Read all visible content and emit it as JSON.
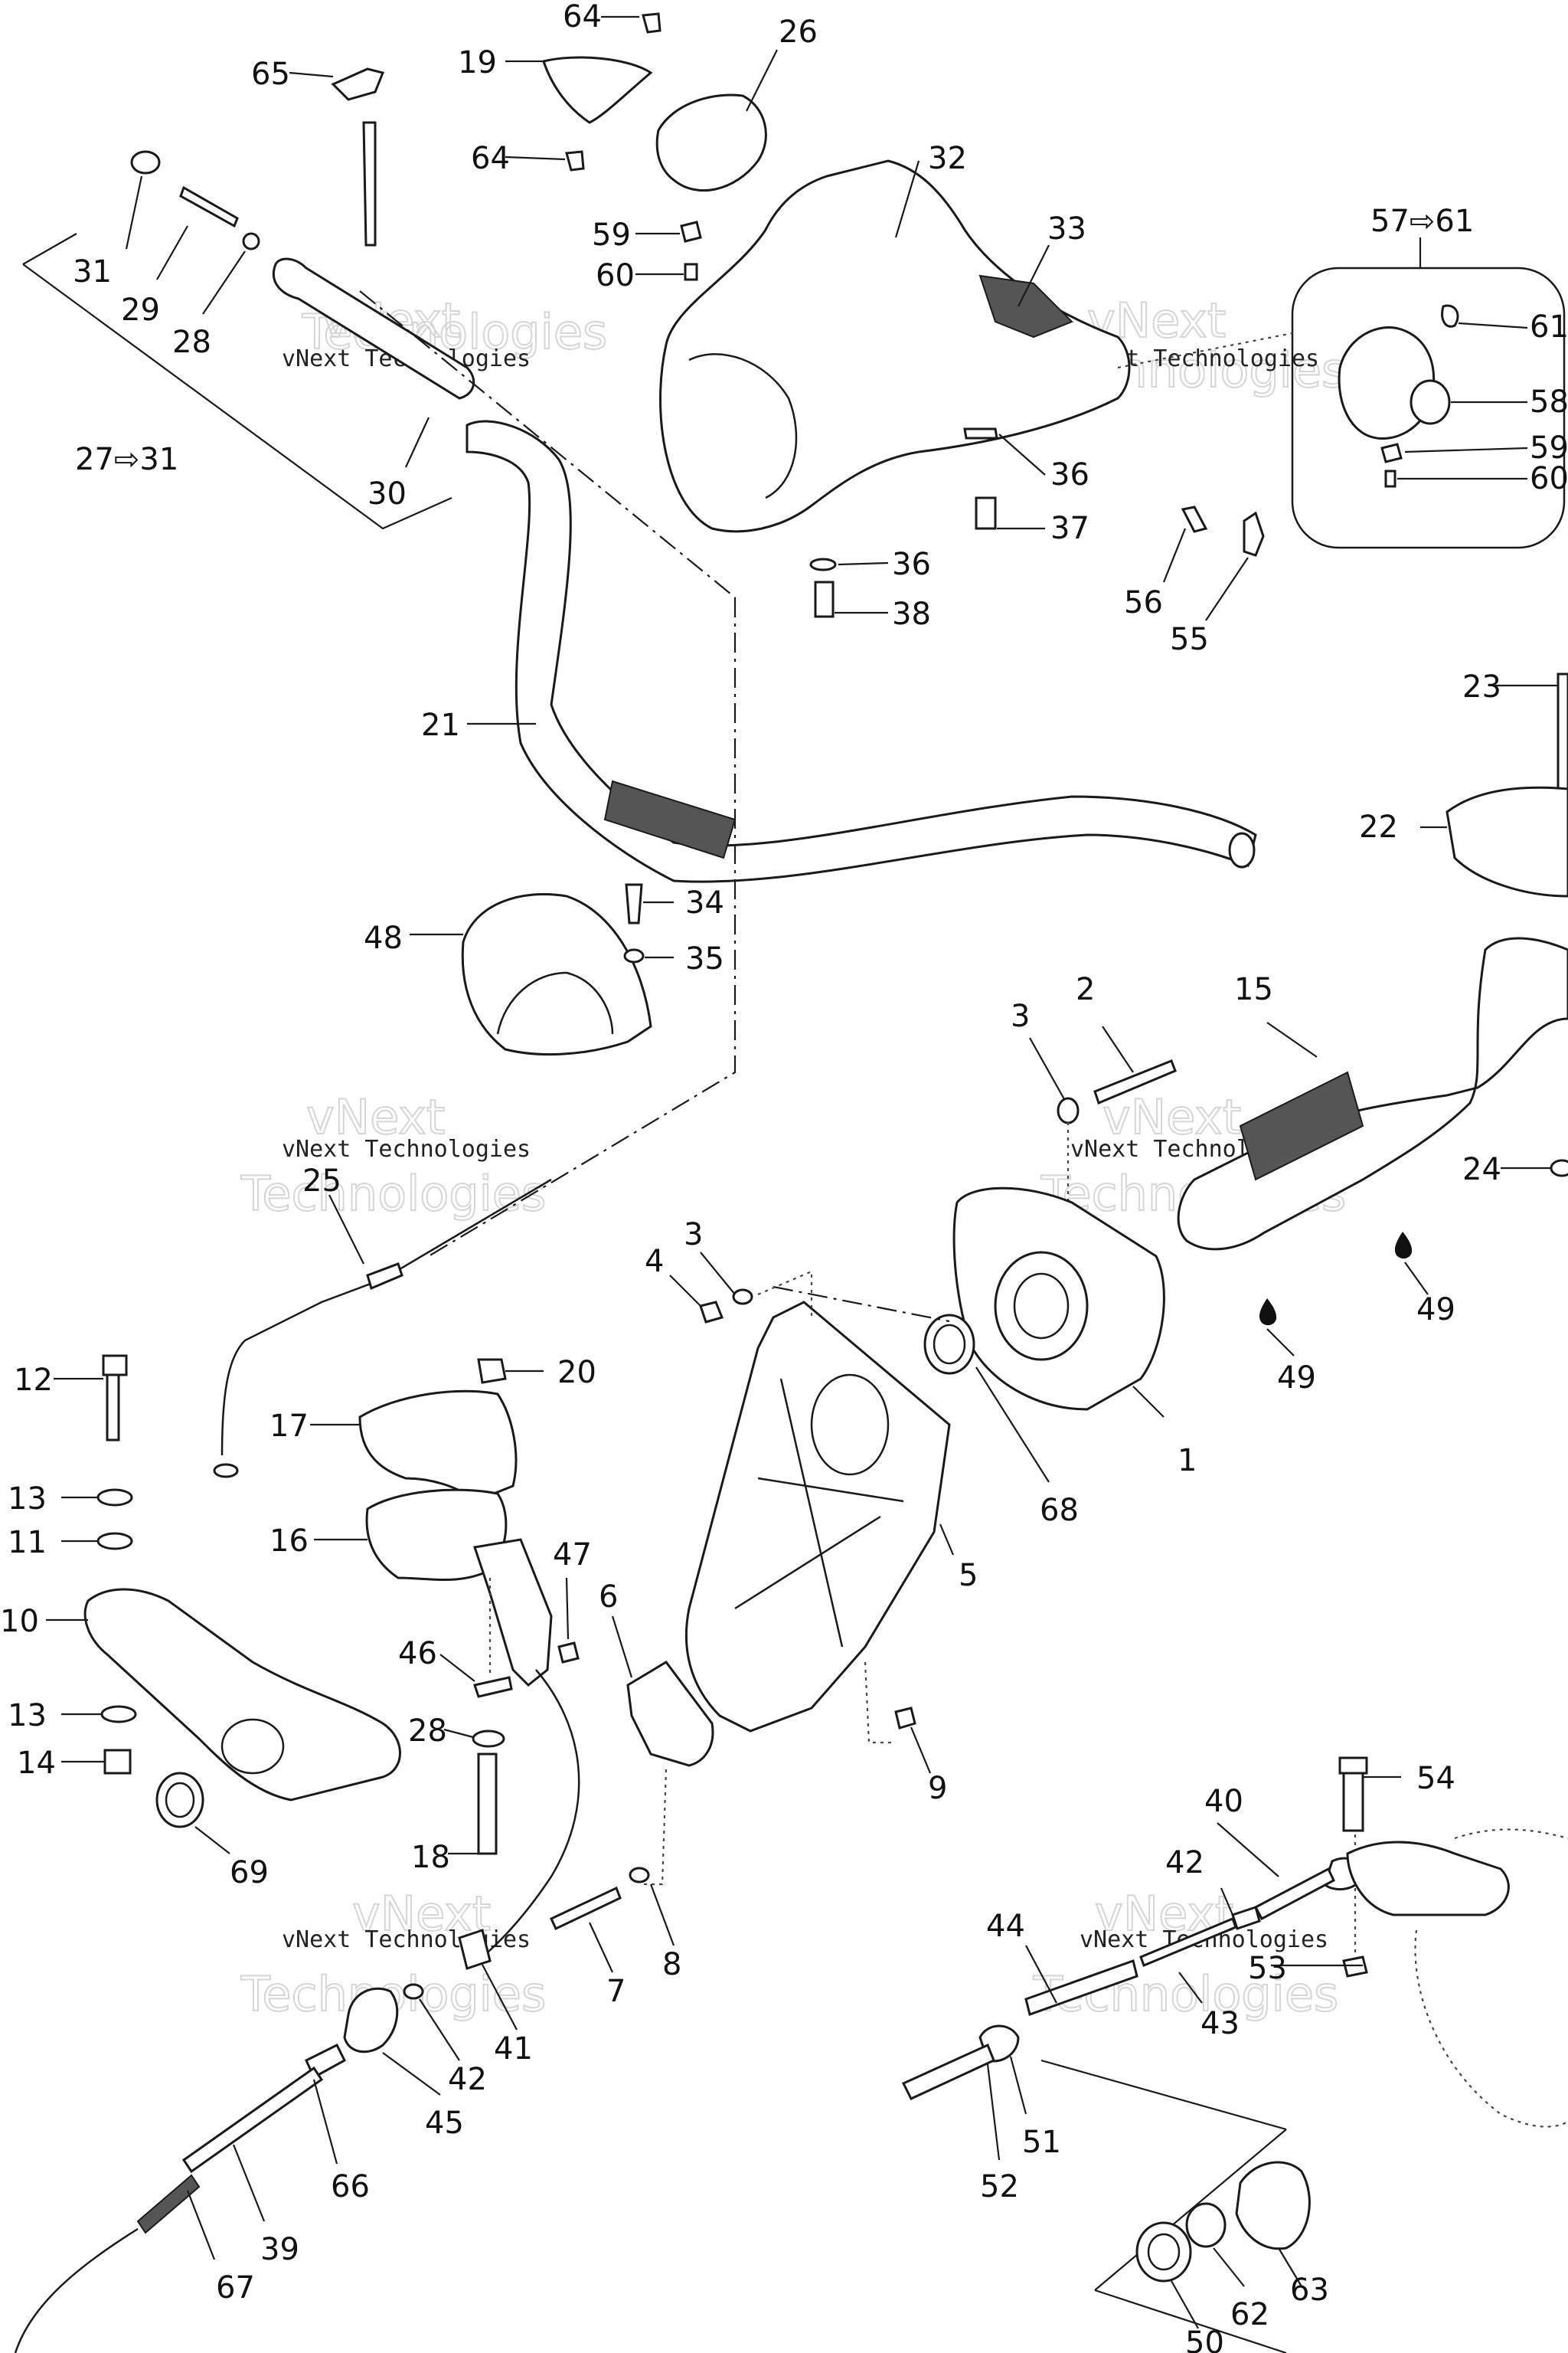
{
  "watermark": {
    "line1": "vNext",
    "line2": "Technologies",
    "full": "vNext Technologies"
  },
  "callouts": {
    "c64a": "64",
    "c19": "19",
    "c26": "26",
    "c65": "65",
    "c64b": "64",
    "c32": "32",
    "c59a": "59",
    "c60a": "60",
    "c33": "33",
    "c57_61": "57⇨61",
    "c31": "31",
    "c29": "29",
    "c28a": "28",
    "c30": "30",
    "c27_31": "27⇨31",
    "c61": "61",
    "c58": "58",
    "c59b": "59",
    "c60b": "60",
    "c36a": "36",
    "c37": "37",
    "c36b": "36",
    "c38": "38",
    "c56": "56",
    "c55": "55",
    "c21": "21",
    "c23": "23",
    "c22": "22",
    "c48": "48",
    "c34": "34",
    "c35": "35",
    "c3a": "3",
    "c2": "2",
    "c15": "15",
    "c24": "24",
    "c25": "25",
    "c4": "4",
    "c3b": "3",
    "c49a": "49",
    "c49b": "49",
    "c12": "12",
    "c20": "20",
    "c17": "17",
    "c1": "1",
    "c68": "68",
    "c13a": "13",
    "c11": "11",
    "c16": "16",
    "c47": "47",
    "c5": "5",
    "c10": "10",
    "c6": "6",
    "c46": "46",
    "c13b": "13",
    "c28b": "28",
    "c14": "14",
    "c9": "9",
    "c40": "40",
    "c54": "54",
    "c42a": "42",
    "c69": "69",
    "c18": "18",
    "c8": "8",
    "c44": "44",
    "c53": "53",
    "c7": "7",
    "c43": "43",
    "c41": "41",
    "c42b": "42",
    "c45": "45",
    "c51": "51",
    "c66": "66",
    "c52": "52",
    "c39": "39",
    "c67": "67",
    "c62": "62",
    "c63": "63",
    "c50": "50"
  },
  "icons": {
    "lubricant": "oil-drop-icon",
    "kit_arrow": "arrow-right-icon"
  }
}
